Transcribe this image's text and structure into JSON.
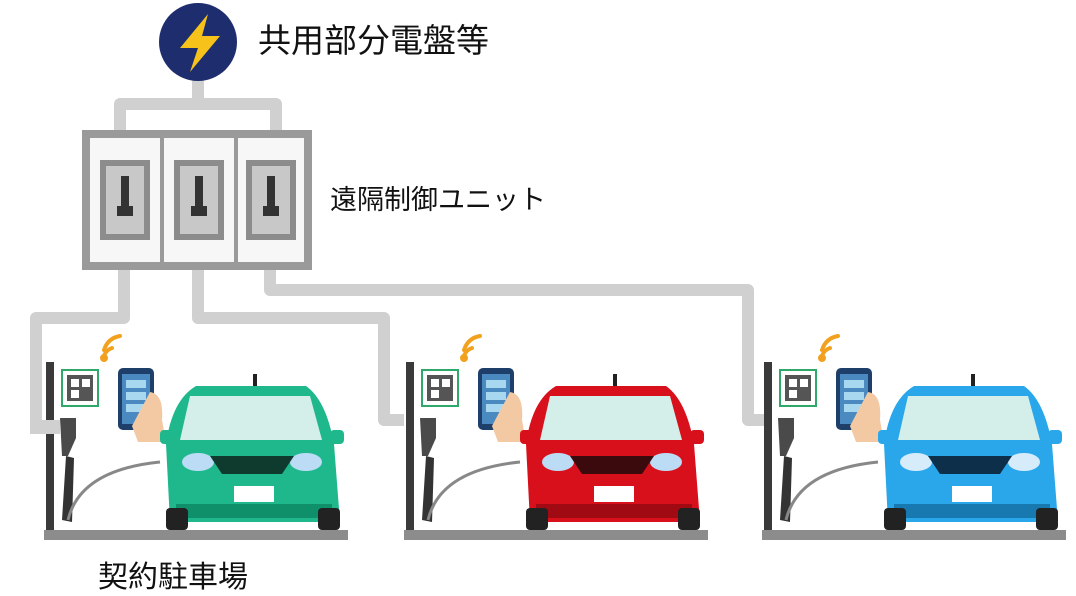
{
  "labels": {
    "panel": "共用部分電盤等",
    "remote_unit": "遠隔制御ユニット",
    "parking": "契約駐車場"
  },
  "icons": {
    "power": "lightning-bolt-icon",
    "wifi": "wifi-signal-icon",
    "qr": "qr-code-icon",
    "phone": "smartphone-icon"
  },
  "colors": {
    "power_circle": "#1e2d6e",
    "bolt": "#f7c21a",
    "cable": "#d0d0d0",
    "breaker_box": "#9a9a9a",
    "wifi": "#f2a11f",
    "qr_border": "#2fa96a",
    "ground": "#8c8c8c"
  },
  "cars": [
    {
      "body": "#1fb88c",
      "dark": "#0f8f6a"
    },
    {
      "body": "#d8101c",
      "dark": "#9f0a13"
    },
    {
      "body": "#2aa7ea",
      "dark": "#1779b0"
    }
  ]
}
